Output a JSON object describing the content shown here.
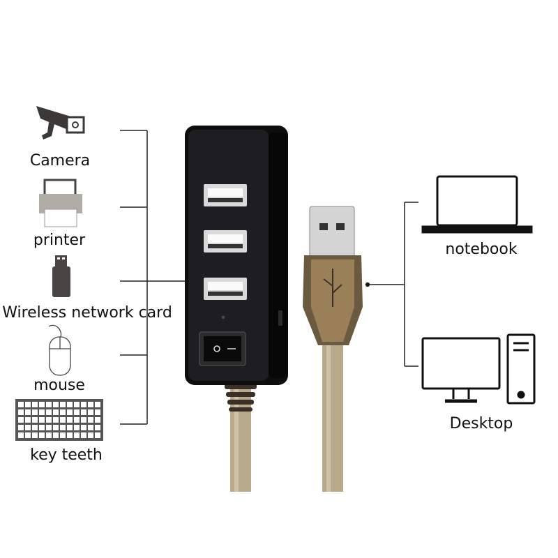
{
  "left_devices": [
    {
      "label": "Camera",
      "icon": "security-camera-icon"
    },
    {
      "label": "printer",
      "icon": "printer-icon"
    },
    {
      "label": "Wireless network card",
      "icon": "usb-stick-icon"
    },
    {
      "label": "mouse",
      "icon": "mouse-icon"
    },
    {
      "label": "key teeth",
      "icon": "keyboard-icon"
    }
  ],
  "right_devices": [
    {
      "label": "notebook",
      "icon": "laptop-icon"
    },
    {
      "label": "Desktop",
      "icon": "desktop-computer-icon"
    }
  ],
  "colors": {
    "hub": "#0d0d0d",
    "cable": "#b8a98a",
    "line": "#222222",
    "icon_gray": "#4a4444"
  }
}
